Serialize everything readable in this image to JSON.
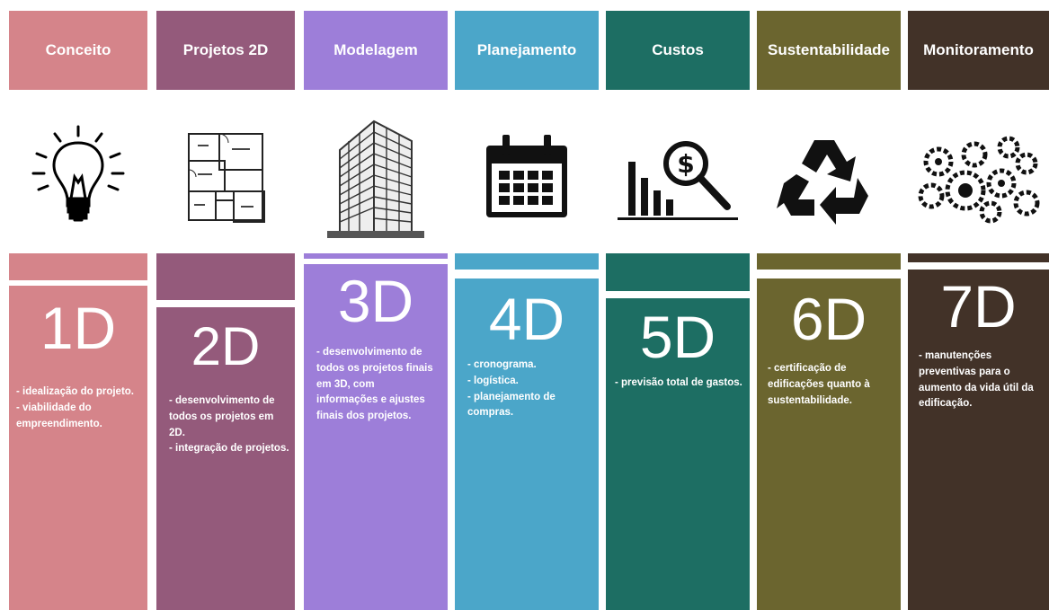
{
  "columns": [
    {
      "title": "Conceito",
      "dimension": "1D",
      "color": "#d5848a",
      "icon": "lightbulb-icon",
      "items": [
        "- idealização do projeto.",
        "- viabilidade do empreendimento."
      ]
    },
    {
      "title": "Projetos 2D",
      "dimension": "2D",
      "color": "#945a7b",
      "icon": "floor-plan-icon",
      "items": [
        "- desenvolvimento de todos os projetos em 2D.",
        "- integração de projetos."
      ]
    },
    {
      "title": "Modelagem",
      "dimension": "3D",
      "color": "#9d7ed9",
      "icon": "building-icon",
      "items": [
        "- desenvolvimento de todos os projetos finais em 3D, com informações e ajustes finais dos projetos."
      ]
    },
    {
      "title": "Planejamento",
      "dimension": "4D",
      "color": "#4ba6c9",
      "icon": "calendar-icon",
      "items": [
        "- cronograma.",
        "- logística.",
        "- planejamento de compras."
      ]
    },
    {
      "title": "Custos",
      "dimension": "5D",
      "color": "#1d6e63",
      "icon": "cost-chart-icon",
      "items": [
        "- previsão total de gastos."
      ]
    },
    {
      "title": "Sustentabilidade",
      "dimension": "6D",
      "color": "#6b652f",
      "icon": "recycle-icon",
      "items": [
        "- certificação de edificações quanto à sustentabilidade."
      ]
    },
    {
      "title": "Monitoramento",
      "dimension": "7D",
      "color": "#423228",
      "icon": "gears-icon",
      "items": [
        "- manutenções preventivas para o aumento da vida útil da edificação."
      ]
    }
  ]
}
